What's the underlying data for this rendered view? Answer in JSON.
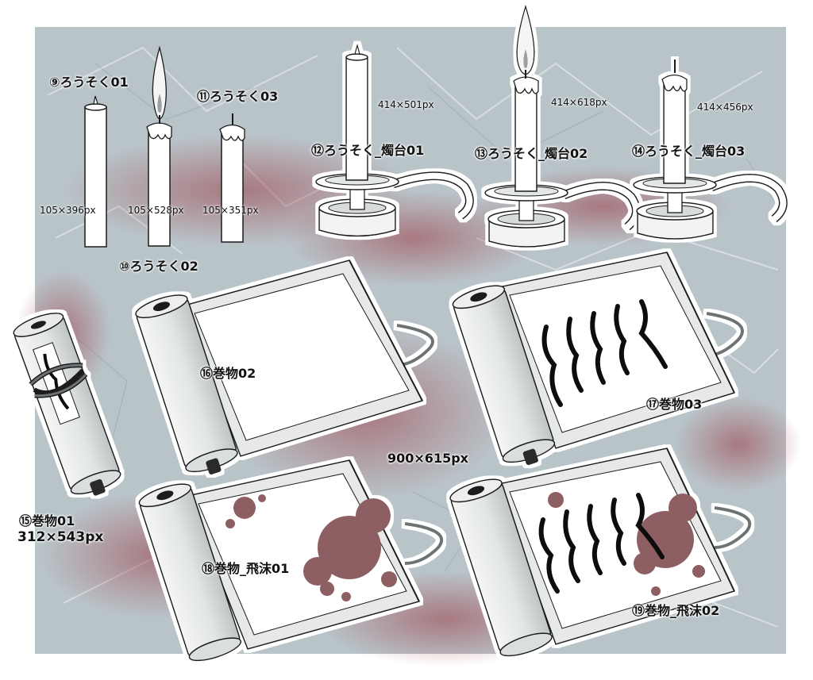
{
  "background": {
    "paper": "#b9c4c9",
    "stain": "#9a3a44",
    "frame": "#ffffff"
  },
  "candles": {
    "c09": {
      "name": "⑨ろうそく01",
      "size": "105×396px"
    },
    "c10": {
      "name": "⑩ろうそく02",
      "size": "105×528px"
    },
    "c11": {
      "name": "⑪ろうそく03",
      "size": "105×351px"
    },
    "c12": {
      "name": "⑫ろうそく_燭台01",
      "size": "414×501px"
    },
    "c13": {
      "name": "⑬ろうそく_燭台02",
      "size": "414×618px"
    },
    "c14": {
      "name": "⑭ろうそく_燭台03",
      "size": "414×456px"
    }
  },
  "scrolls": {
    "s15": {
      "name": "⑮巻物01",
      "size": "312×543px"
    },
    "s16": {
      "name": "⑯巻物02"
    },
    "s17": {
      "name": "⑰巻物03"
    },
    "s18": {
      "name": "⑱巻物_飛沫01"
    },
    "s19": {
      "name": "⑲巻物_飛沫02"
    },
    "shared_size": "900×615px"
  },
  "colors": {
    "outline": "#1a1a1a",
    "wax": "#ffffff",
    "roll": "#e6e8e8",
    "splash": "#8e5f62",
    "flame": "#f5f5f5",
    "cord": "#6d7275"
  }
}
